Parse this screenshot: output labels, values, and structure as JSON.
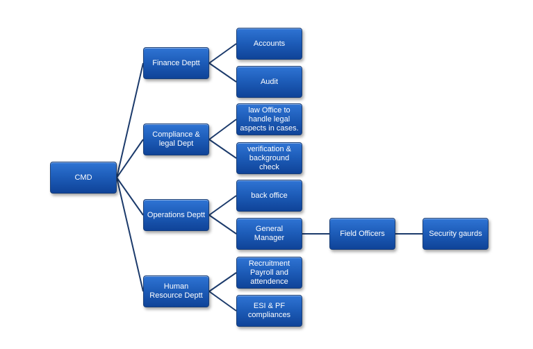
{
  "nodes": {
    "cmd": "CMD",
    "finance": "Finance Deptt",
    "compliance": "Compliance & legal Dept",
    "operations": "Operations Deptt",
    "hr": "Human Resource Deptt",
    "accounts": "Accounts",
    "audit": "Audit",
    "law_office": "law Office to handle legal aspects in cases.",
    "verification": "verification & background check",
    "back_office": "back office",
    "general_manager": "General Manager",
    "recruitment": "Recruitment Payroll and attendence",
    "esi_pf": "ESI & PF compliances",
    "field_officers": "Field Officers",
    "security_guards": "Security gaurds"
  },
  "colors": {
    "node_fill": "#1d5cb8",
    "connector": "#1b3a6b"
  }
}
